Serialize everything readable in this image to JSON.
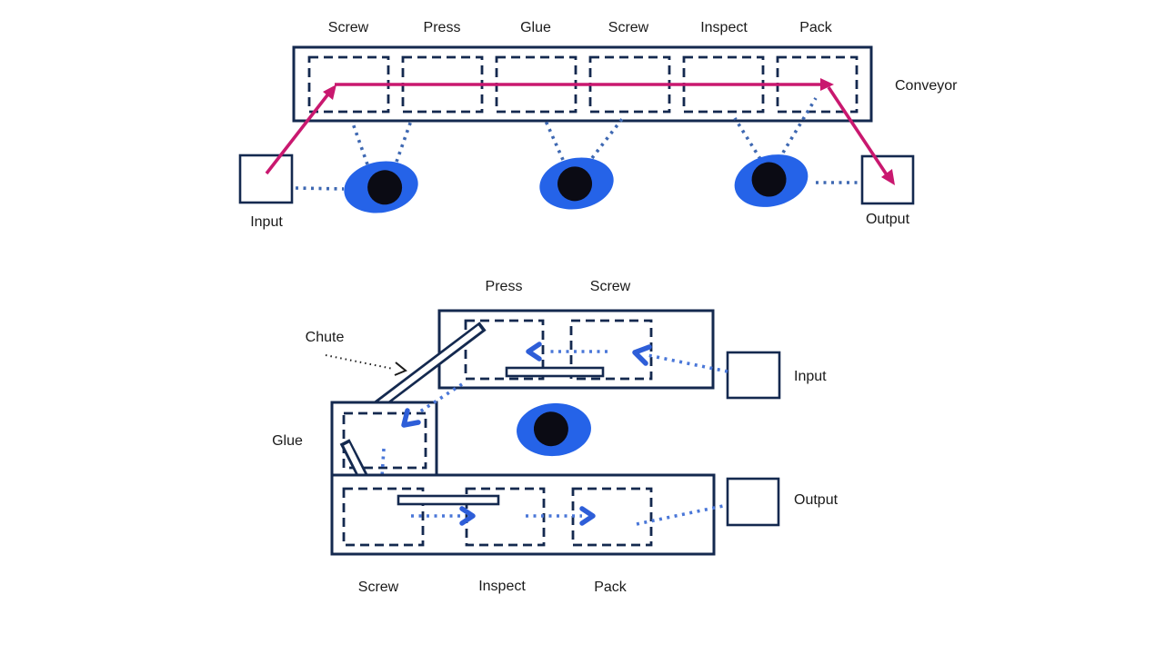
{
  "top_layout": {
    "stations": [
      "Screw",
      "Press",
      "Glue",
      "Screw",
      "Inspect",
      "Pack"
    ],
    "conveyor_label": "Conveyor",
    "input_label": "Input",
    "output_label": "Output",
    "robot_count": 3
  },
  "bottom_layout": {
    "upper_stations": [
      "Press",
      "Screw"
    ],
    "lower_stations": [
      "Screw",
      "Inspect",
      "Pack"
    ],
    "chute_label": "Chute",
    "glue_label": "Glue",
    "input_label": "Input",
    "output_label": "Output",
    "robot_count": 1
  },
  "colors": {
    "navy": "#14294f",
    "magenta": "#c9186f",
    "robot_blue": "#2563e8",
    "dot_blue": "#3e68b2",
    "dot_blue2": "#4a77d8",
    "arrow_blue": "#2e5ed8",
    "text": "#1a1a1a",
    "bg": "#ffffff"
  }
}
